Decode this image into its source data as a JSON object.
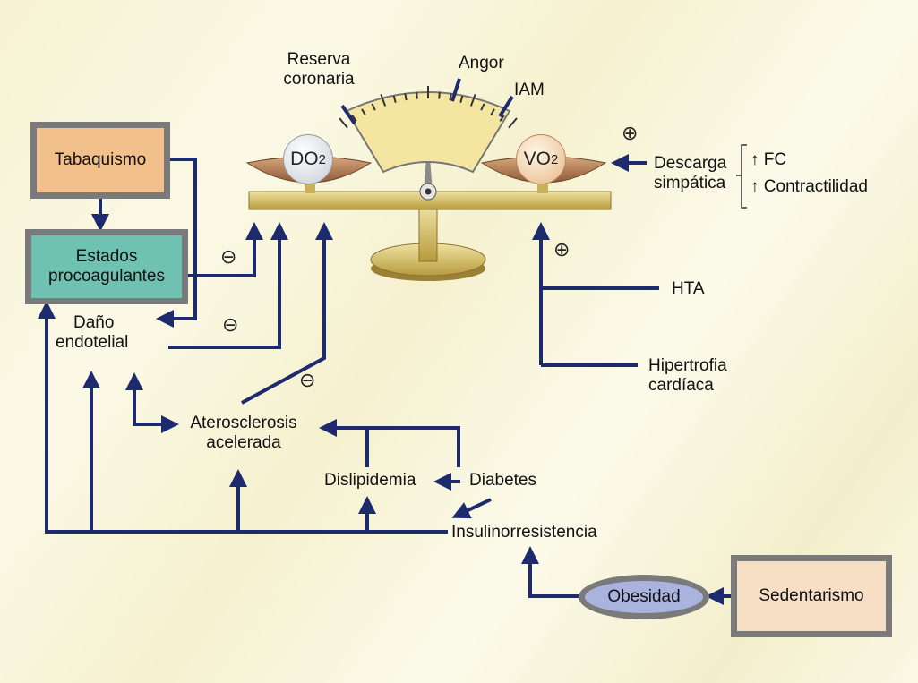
{
  "boxes": {
    "tabaquismo": "Tabaquismo",
    "estados_line1": "Estados",
    "estados_line2": "procoagulantes",
    "sedentarismo": "Sedentarismo",
    "obesidad": "Obesidad"
  },
  "labels": {
    "dano_line1": "Daño",
    "dano_line2": "endotelial",
    "ateros_line1": "Aterosclerosis",
    "ateros_line2": "acelerada",
    "dislipidemia": "Dislipidemia",
    "diabetes": "Diabetes",
    "insulino": "Insulinorresistencia",
    "hta": "HTA",
    "hipertrofia_line1": "Hipertrofia",
    "hipertrofia_line2": "cardíaca",
    "descarga_line1": "Descarga",
    "descarga_line2": "simpática",
    "fc": "↑ FC",
    "contractilidad": "↑ Contractilidad"
  },
  "gauge": {
    "reserva_line1": "Reserva",
    "reserva_line2": "coronaria",
    "angor": "Angor",
    "iam": "IAM"
  },
  "scale": {
    "left_ball_main": "DO",
    "left_ball_sub": "2",
    "right_ball_main": "VO",
    "right_ball_sub": "2"
  },
  "symbols": {
    "minus": "⊖",
    "plus": "⊕"
  },
  "colors": {
    "arrow": "#1d2a6e",
    "tabaquismo_fill": "#f2c08a",
    "estados_fill": "#6fc2b2",
    "sedentarismo_fill": "#f7dfc6",
    "obesidad_fill": "#a9b3de",
    "box_border": "#7a7a7a",
    "pan_fill": "#b07a52",
    "brass": "#d9c26a"
  }
}
